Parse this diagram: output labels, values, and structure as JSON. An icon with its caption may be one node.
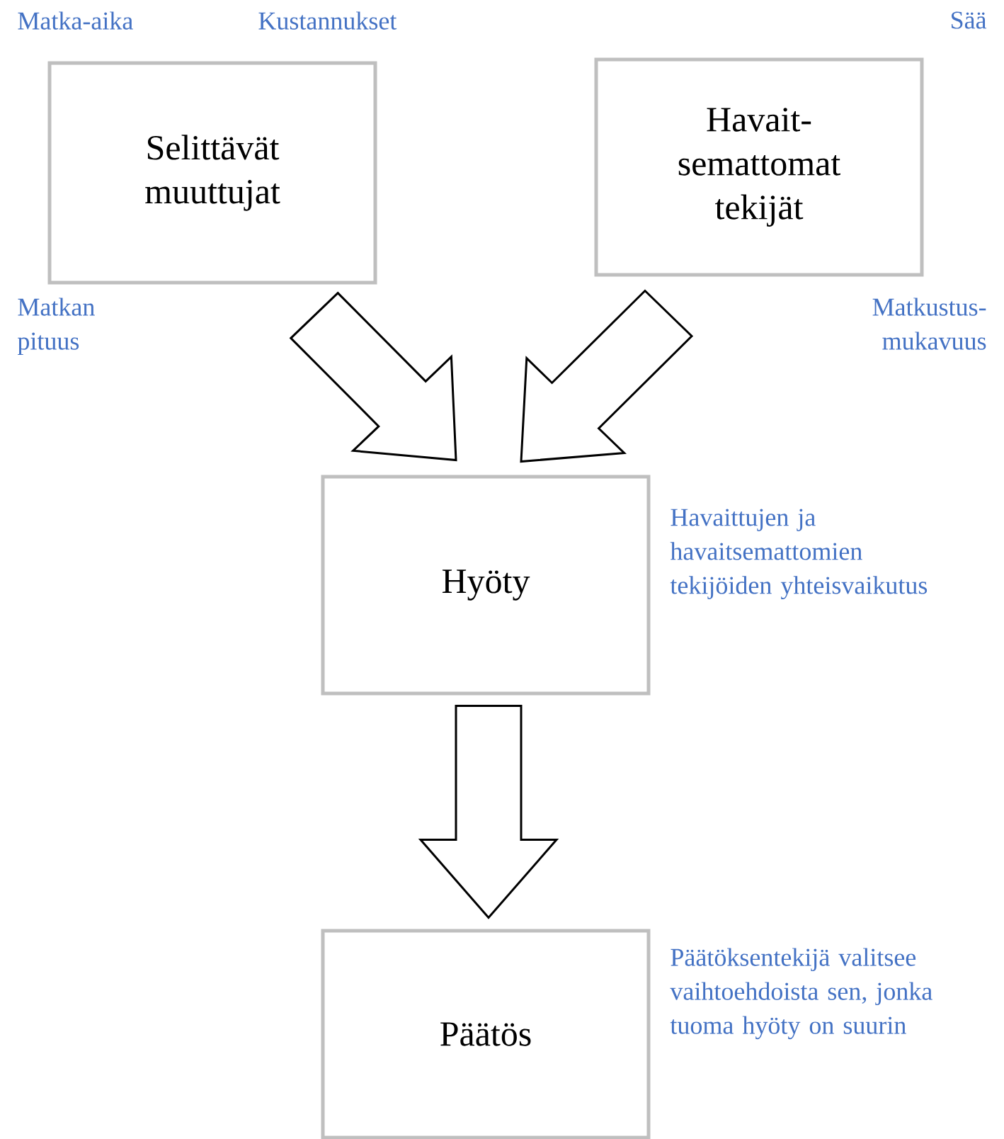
{
  "diagram": {
    "nodes": [
      {
        "text": [
          "Selittävät muuttujat"
        ],
        "beside": [
          "Matka-aika",
          "Kustannukset",
          "Matkan pituus"
        ]
      },
      {
        "text": [
          "Havait- semattomat tekijät"
        ],
        "beside": [
          "Sää",
          "Matkustus- mukavuus"
        ]
      },
      {
        "text": [
          "Hyöty"
        ],
        "beside": [
          "Havaittujen ja havaitsemattomien tekijöiden yhteisvaikutus"
        ]
      },
      {
        "text": [
          "Päätös"
        ],
        "beside": [
          "Päätöksentekijä valitsee vaihtoehdoista sen, jonka tuoma hyöty on suurin"
        ]
      }
    ],
    "edges": [
      {
        "from": 0,
        "to": 2,
        "arrow": "to"
      },
      {
        "from": 1,
        "to": 2,
        "arrow": "to"
      },
      {
        "from": 2,
        "to": 3,
        "arrow": "to"
      }
    ]
  }
}
